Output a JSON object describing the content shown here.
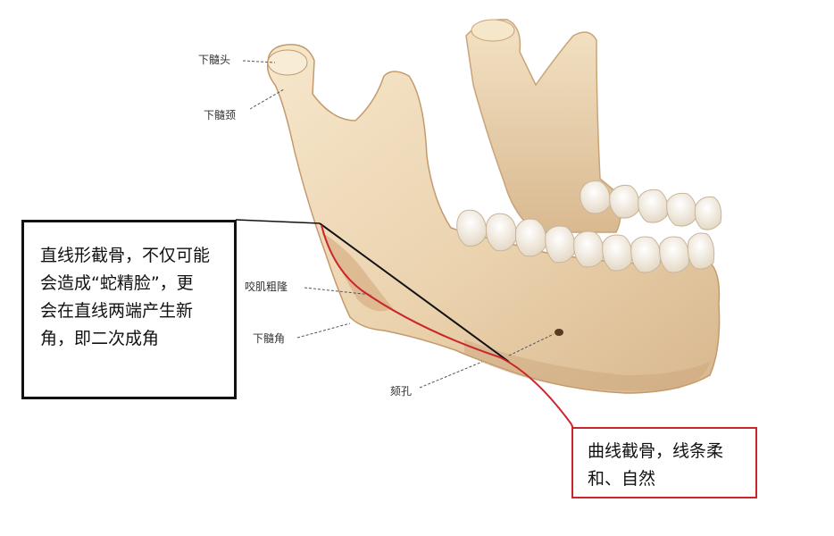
{
  "labels": {
    "condyle": "下髓头",
    "condyle_neck": "下髓颈",
    "masseter_tuberosity": "咬肌粗隆",
    "mandible_angle": "下髓角",
    "mental_foramen": "颏孔"
  },
  "left_box": {
    "text": "直线形截骨，不仅可能\n会造成“蛇精脸”，更\n会在直线两端产生新\n角，即二次成角"
  },
  "right_box": {
    "text": "曲线截骨，线条柔\n和、自然"
  },
  "colors": {
    "bone": "#efdcbc",
    "bone_shadow": "#c9a47a",
    "tooth": "#f4ecdf",
    "red_line": "#c8262c",
    "black_line": "#111111",
    "right_box_border": "#c8262c"
  }
}
